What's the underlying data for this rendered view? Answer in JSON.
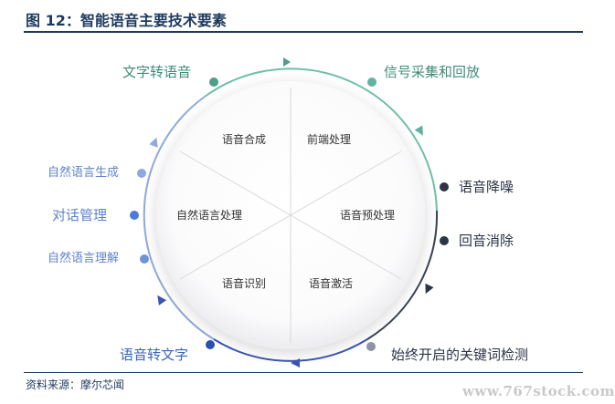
{
  "title": "图 12：智能语音主要技术要素",
  "source": "资料来源：摩尔芯闻",
  "watermark": "www.767stock.com",
  "center": {
    "sectors": [
      "语音合成",
      "前端处理",
      "语音预处理",
      "语音激活",
      "语音识别",
      "自然语言处理"
    ]
  },
  "ring": {
    "nodes": [
      {
        "label": "文字转语音",
        "color": "#4f9e89"
      },
      {
        "label": "信号采集和回放",
        "color": "#5fb3a0"
      },
      {
        "label": "语音降噪",
        "color": "#2c3445"
      },
      {
        "label": "回音消除",
        "color": "#2c3445"
      },
      {
        "label": "始终开启的关键词检测",
        "color": "#8e93a6"
      },
      {
        "label": "语音转文字",
        "color": "#2a4fb0"
      },
      {
        "label": "自然语言理解",
        "color": "#5f83c9"
      },
      {
        "label": "对话管理",
        "color": "#4a7bd6"
      },
      {
        "label": "自然语言生成",
        "color": "#6f93d8"
      }
    ]
  },
  "colors": {
    "title": "#1f3a5f",
    "ring_teal": "#5fb3a0",
    "ring_dark": "#2c3445",
    "ring_blue": "#2a4fb0",
    "ring_light_blue": "#8fa8e0"
  }
}
